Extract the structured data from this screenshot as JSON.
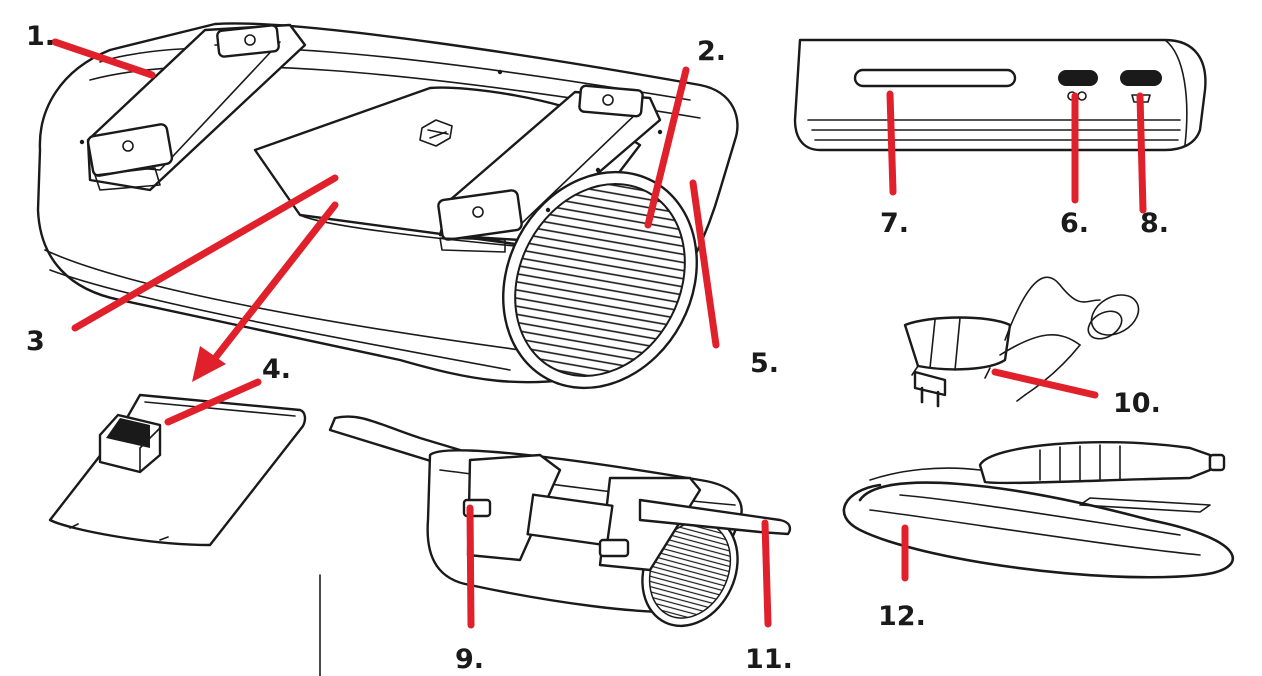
{
  "colors": {
    "pointer": "#e0202a",
    "ink": "#1a1a1a",
    "background": "#ffffff"
  },
  "callouts": [
    {
      "id": "1",
      "label": "1."
    },
    {
      "id": "2",
      "label": "2."
    },
    {
      "id": "3",
      "label": "3"
    },
    {
      "id": "4",
      "label": "4."
    },
    {
      "id": "5",
      "label": "5."
    },
    {
      "id": "6",
      "label": "6."
    },
    {
      "id": "7",
      "label": "7."
    },
    {
      "id": "8",
      "label": "8."
    },
    {
      "id": "9",
      "label": "9."
    },
    {
      "id": "10",
      "label": "10."
    },
    {
      "id": "11",
      "label": "11."
    },
    {
      "id": "12",
      "label": "12."
    }
  ]
}
